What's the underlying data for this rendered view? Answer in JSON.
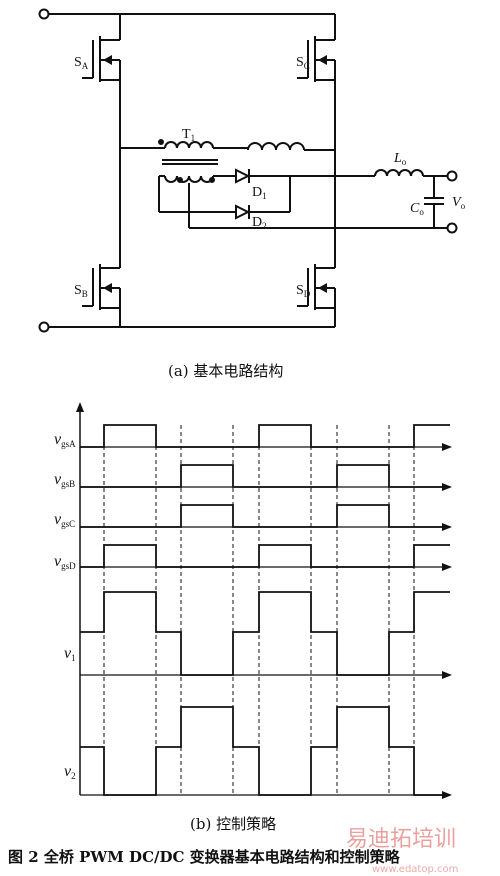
{
  "circuit": {
    "switches": {
      "sa": "S",
      "sa_sub": "A",
      "sb": "S",
      "sb_sub": "B",
      "sc": "S",
      "sc_sub": "C",
      "sd": "S",
      "sd_sub": "D"
    },
    "transformer": {
      "main": "T",
      "sub": "1"
    },
    "diodes": {
      "d1": "D",
      "d1_sub": "1",
      "d2": "D",
      "d2_sub": "2"
    },
    "inductor": {
      "main": "L",
      "sub": "o"
    },
    "capacitor": {
      "main": "C",
      "sub": "o"
    },
    "output": {
      "main": "V",
      "sub": "o"
    }
  },
  "caption_a": "(a)  基本电路结构",
  "timing": {
    "labels": [
      {
        "main": "v",
        "sub": "gsA"
      },
      {
        "main": "v",
        "sub": "gsB"
      },
      {
        "main": "v",
        "sub": "gsC"
      },
      {
        "main": "v",
        "sub": "gsD"
      },
      {
        "main": "v",
        "sub": "1"
      },
      {
        "main": "v",
        "sub": "2"
      }
    ]
  },
  "caption_b": "(b)  控制策略",
  "figure_caption": "图 2   全桥 PWM DC/DC 变换器基本电路结构和控制策略",
  "watermark": {
    "text": "易迪拓培训",
    "url": "www.edatop.com",
    "color": "#d9534f"
  }
}
